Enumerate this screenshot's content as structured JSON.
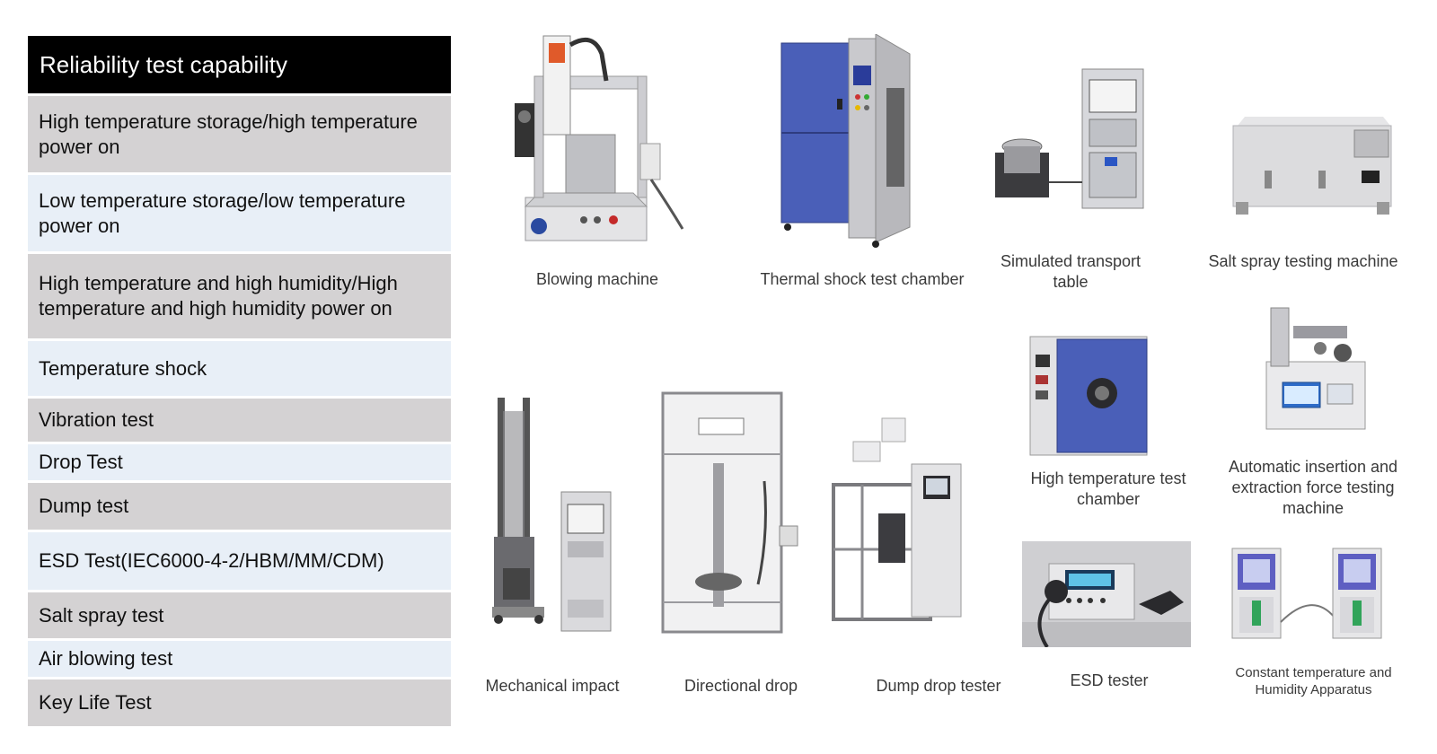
{
  "table": {
    "header": "Reliability test capability",
    "rows": [
      "High temperature storage/high temperature power on",
      "Low temperature storage/low temperature power on",
      "High temperature and high humidity/High temperature and high humidity power on",
      "Temperature shock",
      "Vibration test",
      "Drop Test",
      "Dump test",
      "ESD Test(IEC6000-4-2/HBM/MM/CDM)",
      "Salt spray test",
      "Air blowing test",
      "Key Life Test"
    ]
  },
  "equipment": [
    {
      "caption": "Blowing machine",
      "icon": "blowing-machine-icon"
    },
    {
      "caption": "Thermal shock test chamber",
      "icon": "thermal-shock-chamber-icon"
    },
    {
      "caption": "Simulated transport table",
      "icon": "transport-table-icon"
    },
    {
      "caption": "Salt spray testing machine",
      "icon": "salt-spray-machine-icon"
    },
    {
      "caption": "High temperature test chamber",
      "icon": "high-temp-chamber-icon"
    },
    {
      "caption": "Automatic insertion and extraction force testing machine",
      "icon": "insertion-force-tester-icon"
    },
    {
      "caption": "Mechanical impact",
      "icon": "mechanical-impact-icon"
    },
    {
      "caption": "Directional drop",
      "icon": "directional-drop-icon"
    },
    {
      "caption": "Dump drop tester",
      "icon": "dump-drop-tester-icon"
    },
    {
      "caption": "ESD tester",
      "icon": "esd-tester-icon"
    },
    {
      "caption": "Constant temperature and Humidity Apparatus",
      "icon": "humidity-apparatus-icon"
    }
  ],
  "colors": {
    "header_bg": "#000000",
    "row_grey": "#d4d2d3",
    "row_blue": "#e8eff7",
    "chamber_blue": "#4a5fb8"
  }
}
